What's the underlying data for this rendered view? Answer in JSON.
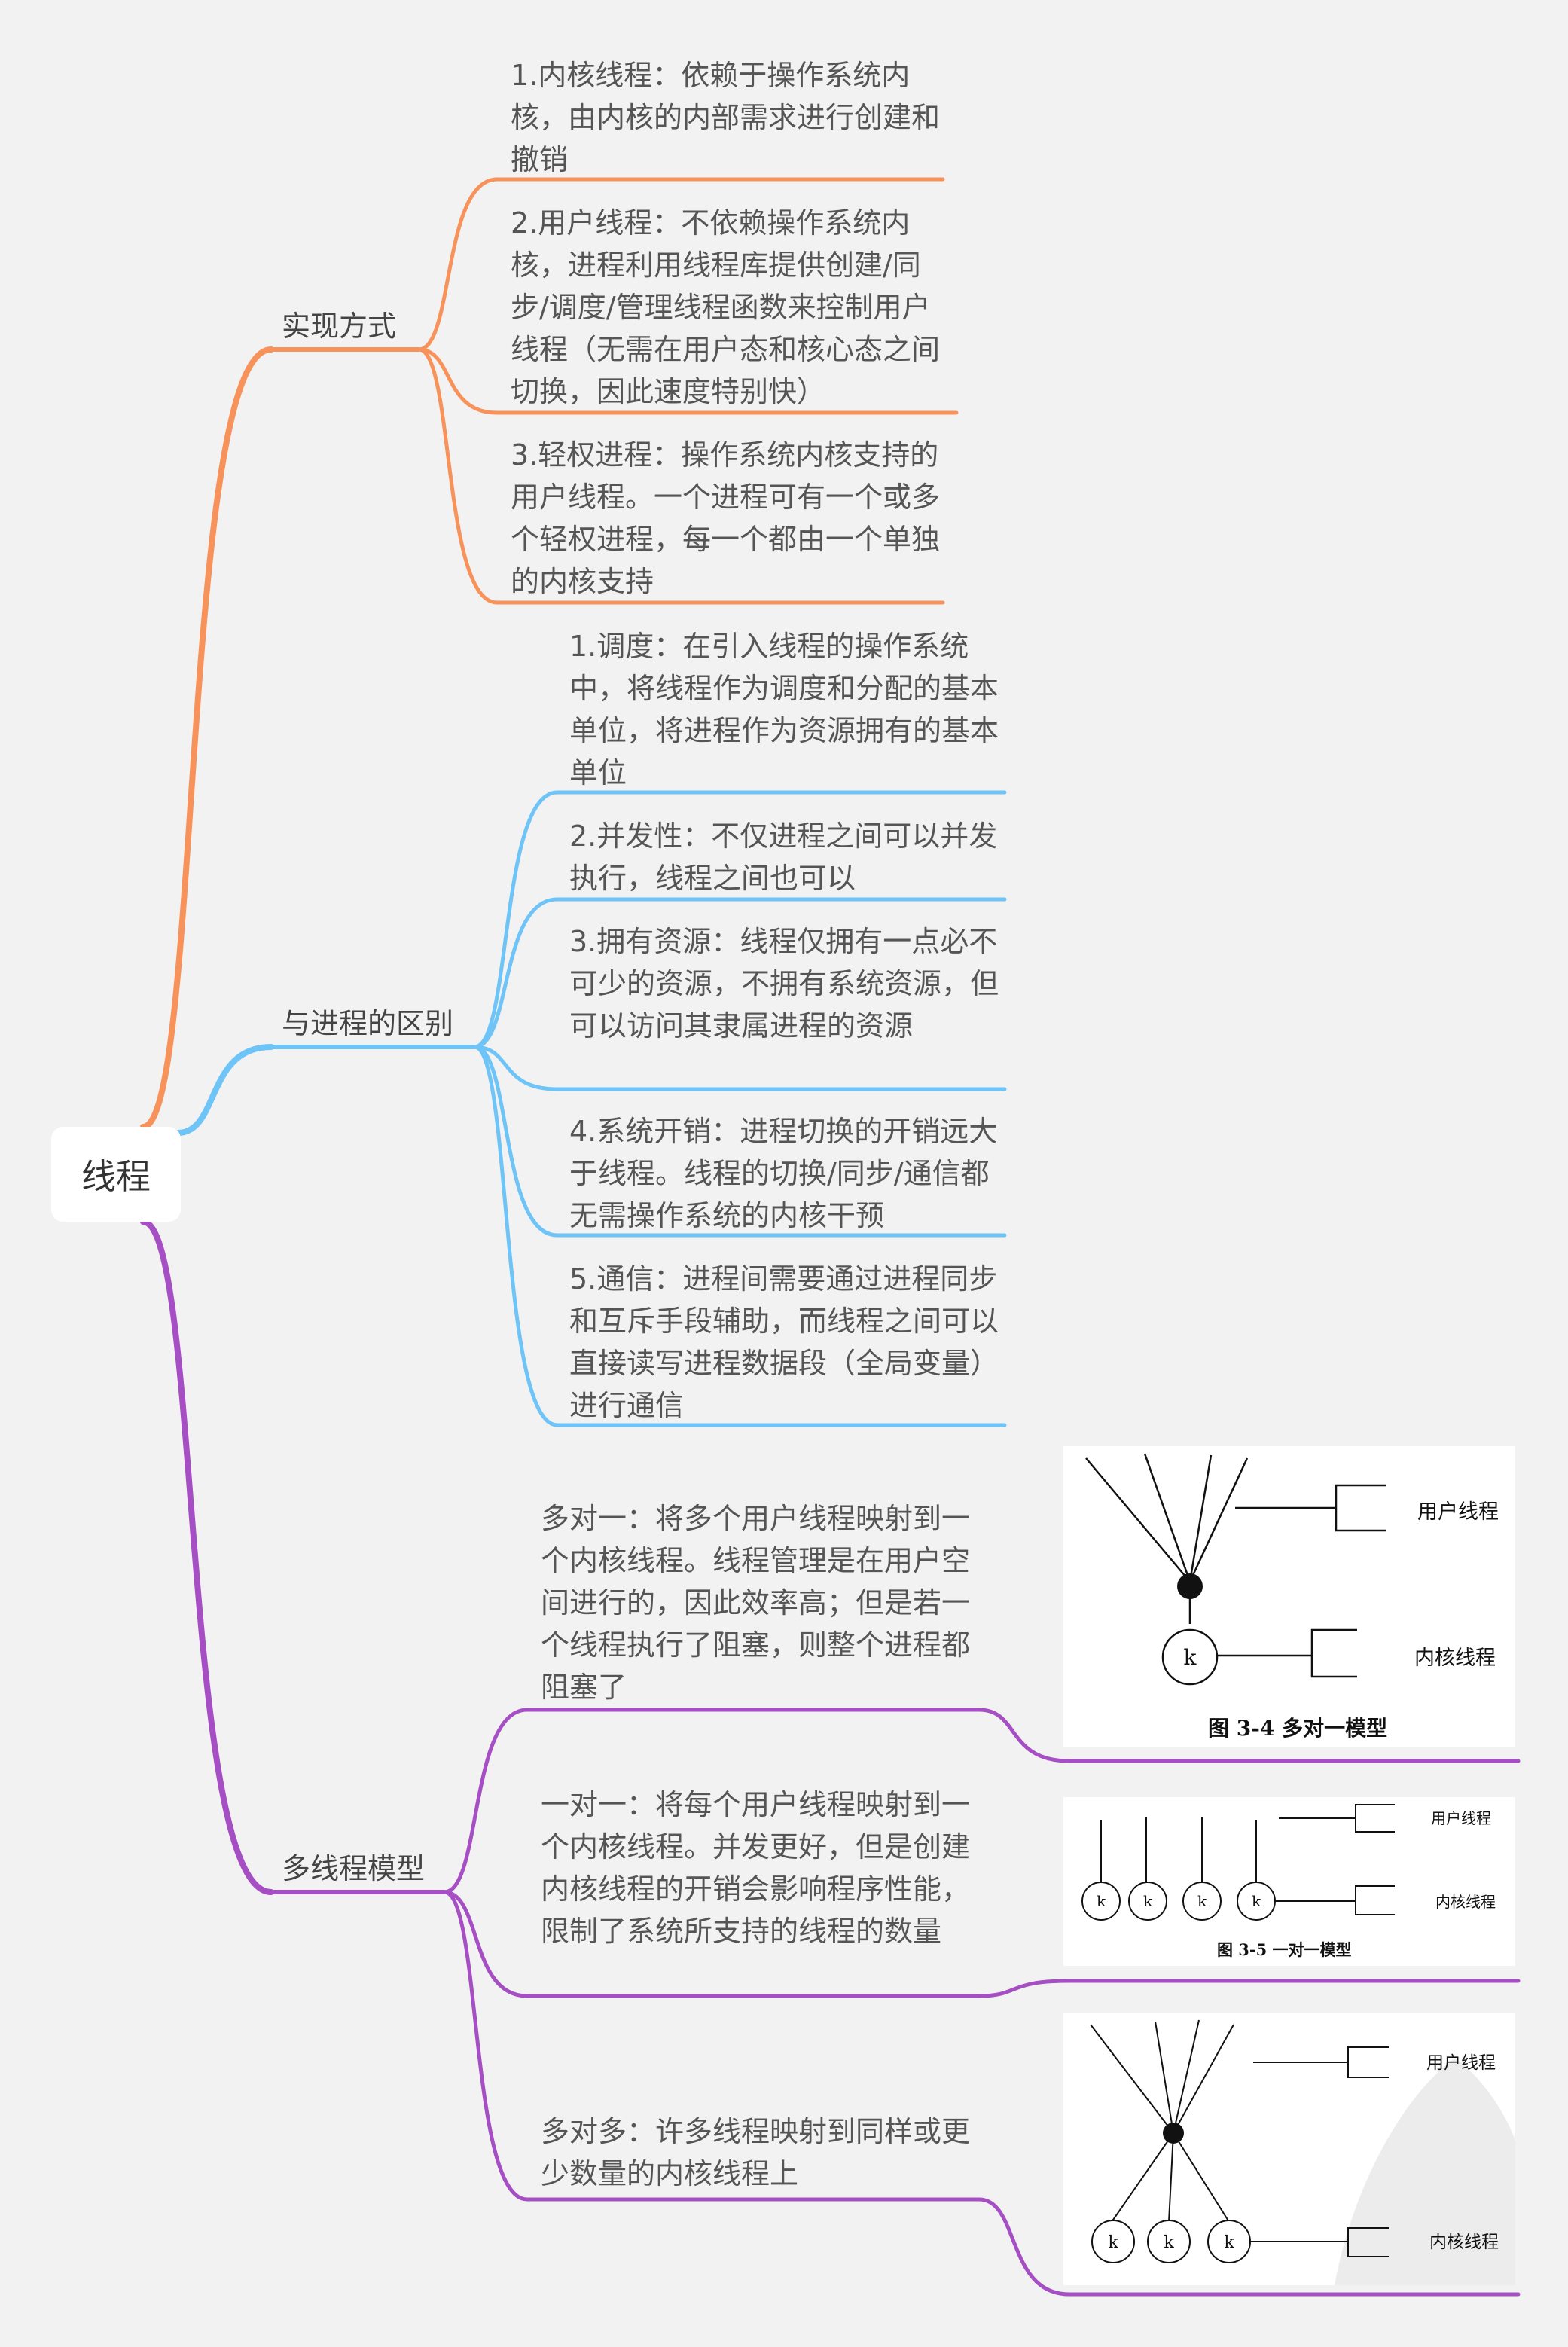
{
  "root": {
    "label": "线程"
  },
  "colors": {
    "background": "#f2f2f2",
    "implementation": "#f7935a",
    "difference": "#6ec3f7",
    "models": "#a64ec4",
    "root_box": "#ffffff",
    "text": "#555555"
  },
  "branches": [
    {
      "label": "实现方式",
      "items": [
        "1.内核线程：依赖于操作系统内核，由内核的内部需求进行创建和撤销",
        "2.用户线程：不依赖操作系统内核，进程利用线程库提供创建/同步/调度/管理线程函数来控制用户线程（无需在用户态和核心态之间切换，因此速度特别快）",
        "3.轻权进程：操作系统内核支持的用户线程。一个进程可有一个或多个轻权进程，每一个都由一个单独的内核支持"
      ]
    },
    {
      "label": "与进程的区别",
      "items": [
        "1.调度：在引入线程的操作系统中，将线程作为调度和分配的基本单位，将进程作为资源拥有的基本单位",
        "2.并发性：不仅进程之间可以并发执行，线程之间也可以",
        "3.拥有资源：线程仅拥有一点必不可少的资源，不拥有系统资源，但可以访问其隶属进程的资源",
        "4.系统开销：进程切换的开销远大于线程。线程的切换/同步/通信都无需操作系统的内核干预",
        "5.通信：进程间需要通过进程同步和互斥手段辅助，而线程之间可以直接读写进程数据段（全局变量）进行通信"
      ]
    },
    {
      "label": "多线程模型",
      "items": [
        "多对一：将多个用户线程映射到一个内核线程。线程管理是在用户空间进行的，因此效率高；但是若一个线程执行了阻塞，则整个进程都阻塞了",
        "一对一：将每个用户线程映射到一个内核线程。并发更好，但是创建内核线程的开销会影响程序性能，限制了系统所支持的线程的数量",
        "多对多：许多线程映射到同样或更少数量的内核线程上"
      ]
    }
  ],
  "figures": [
    {
      "caption": "图 3-4    多对一模型",
      "user_label": "用户线程",
      "kernel_label": "内核线程",
      "kernel_node": "k"
    },
    {
      "caption": "图 3-5    一对一模型",
      "user_label": "用户线程",
      "kernel_label": "内核线程",
      "kernel_node": "k"
    },
    {
      "user_label": "用户线程",
      "kernel_label": "内核线程",
      "kernel_node": "k"
    }
  ]
}
